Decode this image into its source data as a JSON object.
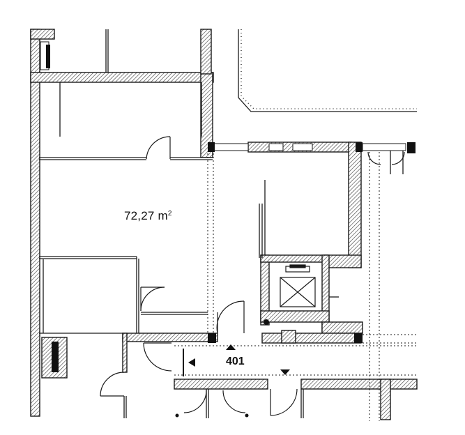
{
  "floor_plan": {
    "area": {
      "value": "72,27",
      "unit": "m",
      "unit_exponent": "2"
    },
    "room_number": "401",
    "colors": {
      "wall_fill": "#ffffff",
      "wall_stroke": "#1a1a1a",
      "hatch": "#444444",
      "solid_column": "#111111"
    }
  }
}
